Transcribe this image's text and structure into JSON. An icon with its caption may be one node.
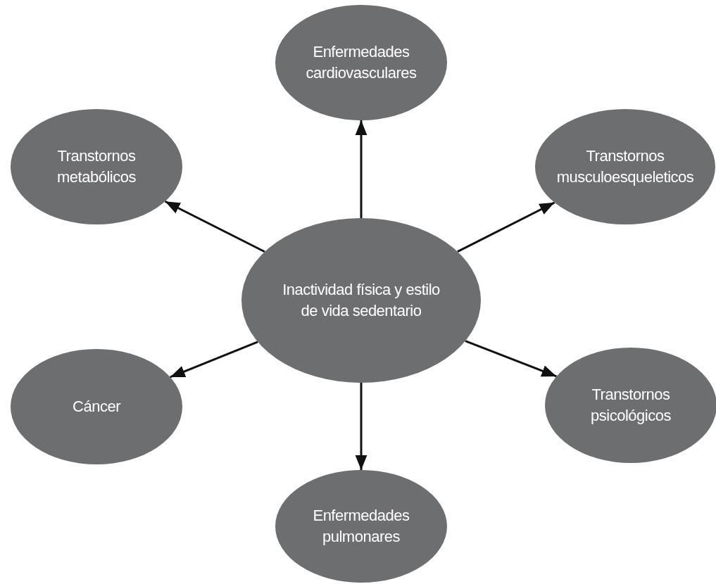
{
  "diagram": {
    "nodes": [
      {
        "text": [
          "Enfermedades cardiovasculares"
        ]
      },
      {
        "text": [
          "Transtornos metabólicos"
        ]
      },
      {
        "text": [
          "Transtornos musculoesqueleticos"
        ]
      },
      {
        "text": [
          "Inactividad física y estilo de vida sedentario"
        ]
      },
      {
        "text": [
          "Cáncer"
        ]
      },
      {
        "text": [
          "Transtornos psicológicos"
        ]
      },
      {
        "text": [
          "Enfermedades pulmonares"
        ]
      }
    ],
    "edges": [
      {
        "from": 3,
        "to": 0,
        "arrow": "to"
      },
      {
        "from": 3,
        "to": 1,
        "arrow": "to"
      },
      {
        "from": 3,
        "to": 2,
        "arrow": "to"
      },
      {
        "from": 3,
        "to": 4,
        "arrow": "to"
      },
      {
        "from": 3,
        "to": 5,
        "arrow": "to"
      },
      {
        "from": 3,
        "to": 6,
        "arrow": "to"
      }
    ]
  }
}
